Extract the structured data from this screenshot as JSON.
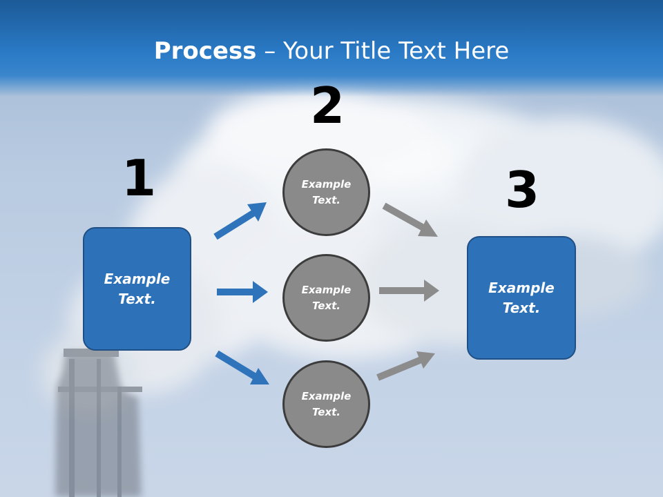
{
  "title": {
    "bold": "Process",
    "rest": " – Your Title Text Here"
  },
  "steps": [
    {
      "number": "1"
    },
    {
      "number": "2"
    },
    {
      "number": "3"
    }
  ],
  "left_box": {
    "line1": "Example",
    "line2": "Text."
  },
  "circles": [
    {
      "line1": "Example",
      "line2": "Text."
    },
    {
      "line1": "Example",
      "line2": "Text."
    },
    {
      "line1": "Example",
      "line2": "Text."
    }
  ],
  "right_box": {
    "line1": "Example",
    "line2": "Text."
  },
  "colors": {
    "title_bar": "#2a7ac6",
    "box_fill": "#2d72b8",
    "circle_fill": "#8a8a8a",
    "blue_arrow": "#2f74bb",
    "gray_arrow": "#8c8c8c"
  }
}
